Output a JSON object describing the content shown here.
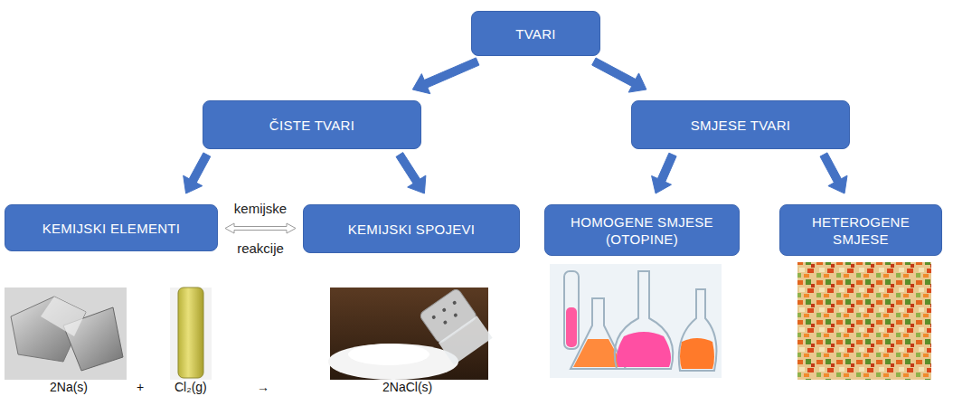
{
  "diagram": {
    "nodes": [
      {
        "text": [
          "TVARI"
        ]
      },
      {
        "text": [
          "ČISTE TVARI"
        ]
      },
      {
        "text": [
          "SMJESE TVARI"
        ]
      },
      {
        "text": [
          "KEMIJSKI ELEMENTI"
        ]
      },
      {
        "text": [
          "KEMIJSKI SPOJEVI"
        ]
      },
      {
        "text": [
          "HOMOGENE SMJESE (OTOPINE)"
        ]
      },
      {
        "text": [
          "HETEROGENE SMJESE"
        ]
      }
    ],
    "edges": [
      {
        "from": 0,
        "to": 1,
        "arrow": "to"
      },
      {
        "from": 0,
        "to": 2,
        "arrow": "to"
      },
      {
        "from": 1,
        "to": 3,
        "arrow": "to"
      },
      {
        "from": 1,
        "to": 4,
        "arrow": "to"
      },
      {
        "from": 2,
        "to": 5,
        "arrow": "to"
      },
      {
        "from": 2,
        "to": 6,
        "arrow": "to"
      },
      {
        "from": 3,
        "to": 4,
        "label": "kemijske reakcije",
        "arrow": "both"
      }
    ],
    "labels": [
      "2Na(s)",
      "+",
      "Cl₂(g)",
      "→",
      "2NaCl(s)"
    ]
  }
}
